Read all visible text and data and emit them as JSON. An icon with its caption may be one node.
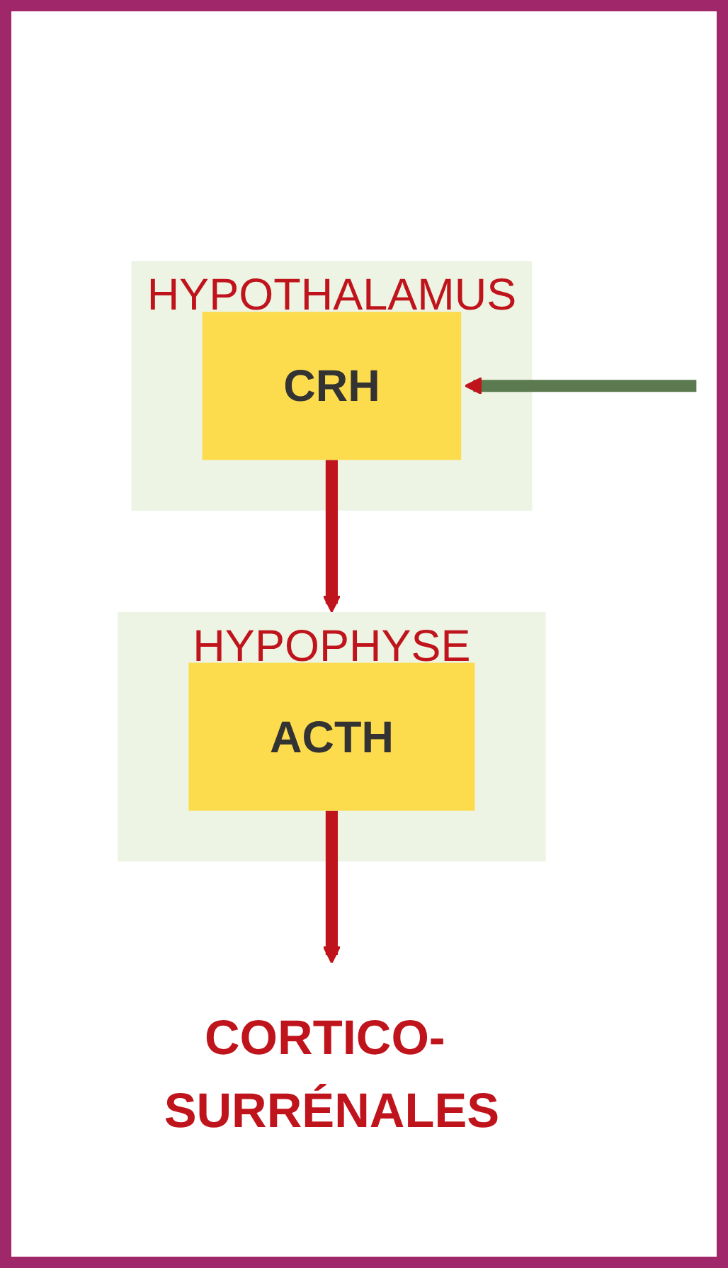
{
  "diagram": {
    "nodes": [
      {
        "text": [
          "HYPOTHALAMUS"
        ]
      },
      {
        "text": [
          "CRH"
        ],
        "in": 0
      },
      {
        "text": [
          "HYPOPHYSE"
        ]
      },
      {
        "text": [
          "ACTH"
        ],
        "in": 2
      },
      {
        "text": [
          "CORTICO- SURRÉNALES"
        ]
      }
    ],
    "edges": [
      {
        "from": 1,
        "to": 2,
        "arrow": "to"
      },
      {
        "from": 3,
        "to": 4,
        "arrow": "to"
      },
      {
        "from": null,
        "to": 1,
        "arrow": "to",
        "color": "#5b7a4f"
      }
    ]
  }
}
